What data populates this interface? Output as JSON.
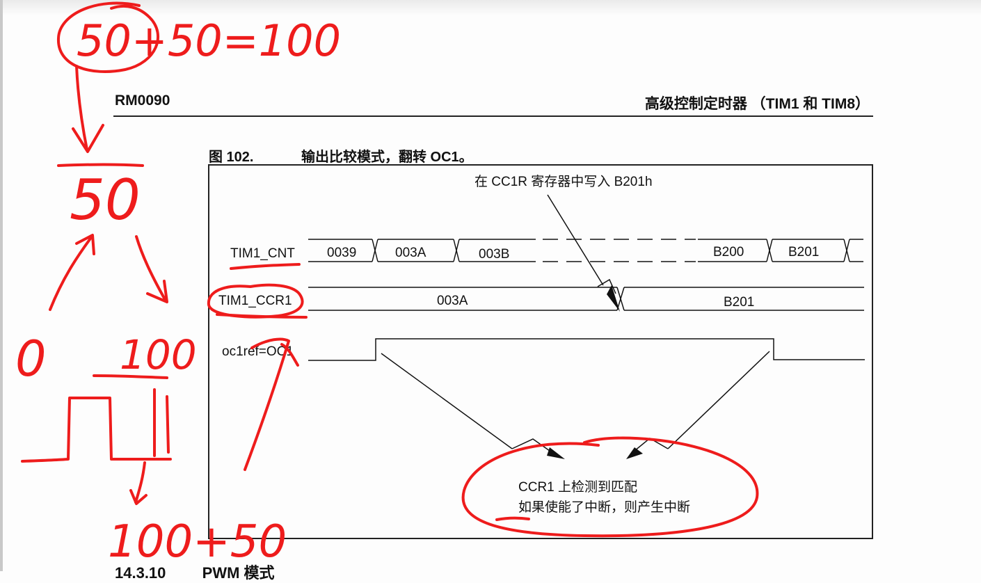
{
  "page": {
    "doc_code": "RM0090",
    "chapter_title": "高级控制定时器 （TIM1 和 TIM8）",
    "bottom_section_number": "14.3.10",
    "bottom_section_title": "PWM 模式"
  },
  "figure": {
    "number": "图 102.",
    "title": "输出比较模式，翻转 OC1。",
    "annotation_top": "在 CC1R 寄存器中写入 B201h",
    "annotation_bottom_line1": "CCR1 上检测到匹配",
    "annotation_bottom_line2": "如果使能了中断，则产生中断",
    "signals": {
      "cnt_label": "TIM1_CNT",
      "ccr_label": "TIM1_CCR1",
      "oc_label": "oc1ref=OC1"
    },
    "cnt_values": [
      "0039",
      "003A",
      "003B",
      "B200",
      "B201"
    ],
    "ccr_values": [
      "003A",
      "B201"
    ]
  },
  "handwriting": {
    "top_equation": "50+50=100",
    "middle_number": "50",
    "left_zero": "0",
    "right_hundred": "100",
    "bottom_equation": "100+50"
  },
  "colors": {
    "ink": "#111111",
    "annotation_red": "#ee1c1c",
    "page_bg": "#fdfdfd"
  }
}
